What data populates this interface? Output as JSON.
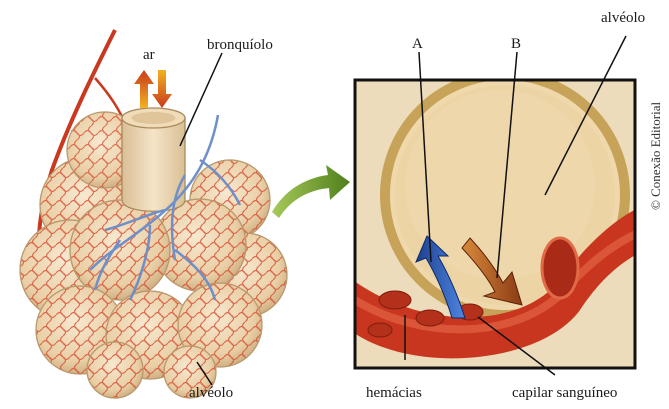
{
  "labels": {
    "ar": "ar",
    "bronquiolo": "bronquíolo",
    "alveolo_left": "alvéolo",
    "alveolo_right": "alvéolo",
    "A": "A",
    "B": "B",
    "hemacias": "hemácias",
    "capilar": "capilar sanguíneo"
  },
  "credit": "© Conexão Editorial",
  "colors": {
    "alveolus_fill": "#efd9b8",
    "alveolus_stroke": "#b89a6e",
    "artery_red": "#d3432a",
    "vein_blue": "#6f8fc9",
    "arrow_A_blue": "#2d5fb8",
    "arrow_B_brown": "#b4541f",
    "pointer_arrow_green": "#6a9a2a",
    "frame_border": "#111111"
  }
}
